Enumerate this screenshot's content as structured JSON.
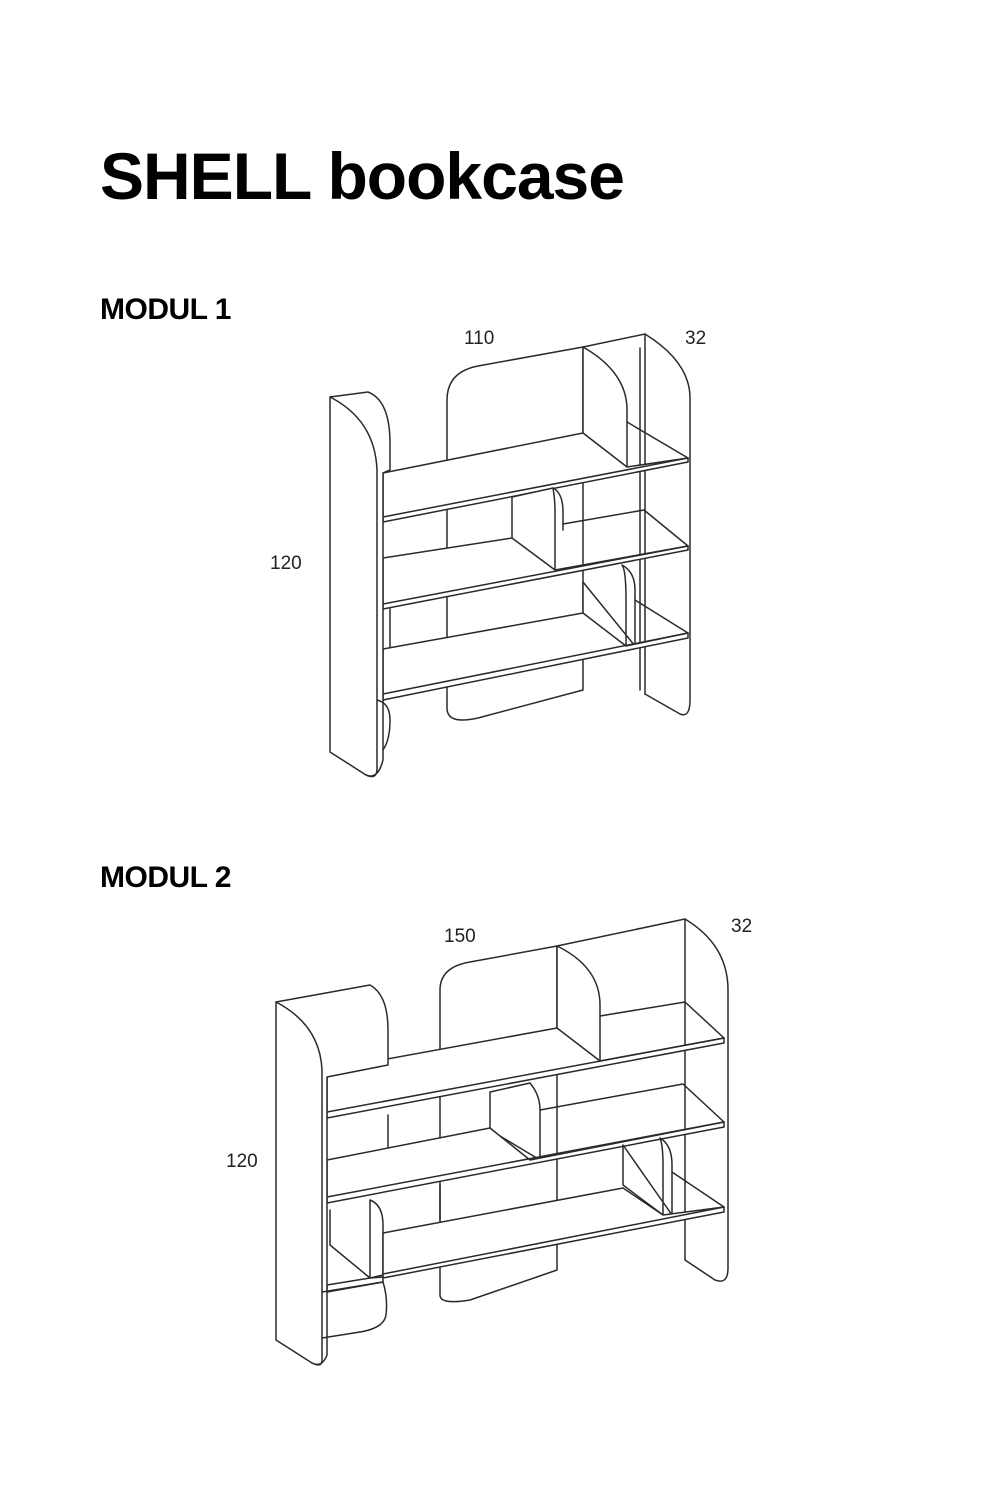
{
  "title": "SHELL bookcase",
  "modules": [
    {
      "label": "MODUL 1",
      "dimensions": {
        "width": "110",
        "depth": "32",
        "height": "120"
      }
    },
    {
      "label": "MODUL 2",
      "dimensions": {
        "width": "150",
        "depth": "32",
        "height": "120"
      }
    }
  ]
}
